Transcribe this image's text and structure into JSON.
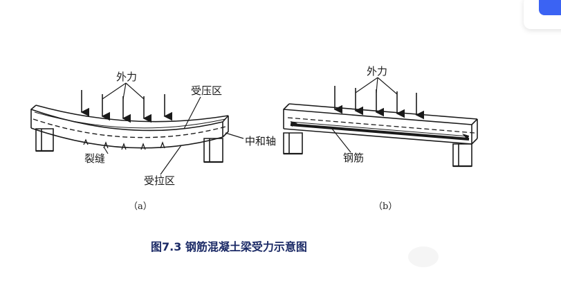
{
  "labels": {
    "waili_a": "外力",
    "shouya": "受压区",
    "zhonghezhou": "中和轴",
    "liefeng": "裂缝",
    "shoula": "受拉区",
    "sub_a": "（a）",
    "waili_b": "外力",
    "gangjin": "钢筋",
    "sub_b": "（b）"
  },
  "caption": "图7.3 钢筋混凝土梁受力示意图",
  "colors": {
    "line": "#1a1a1a",
    "caption": "#1b2a66",
    "accent_button": "#3b63f3"
  }
}
